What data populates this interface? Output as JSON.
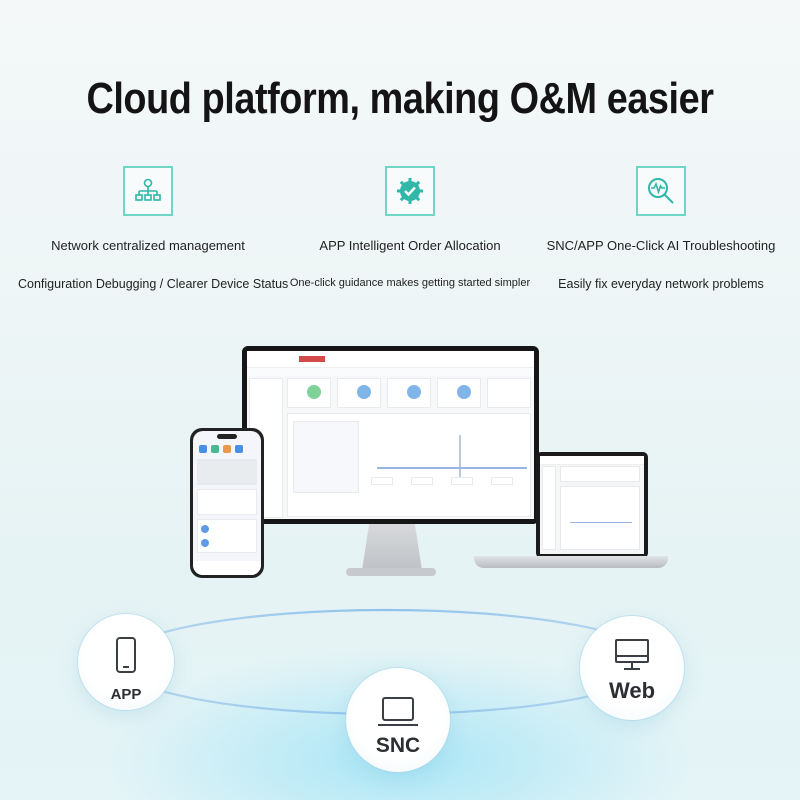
{
  "title": "Cloud platform, making O&M easier",
  "features": [
    {
      "icon": "network-hierarchy-icon",
      "line1": "Network centralized management",
      "line2": "Configuration Debugging / Clearer Device Status"
    },
    {
      "icon": "gear-check-icon",
      "line1": "APP Intelligent Order Allocation",
      "line2": "One-click guidance makes getting started simpler"
    },
    {
      "icon": "magnifier-pulse-icon",
      "line1": "SNC/APP One-Click AI Troubleshooting",
      "line2": "Easily fix everyday network problems"
    }
  ],
  "platforms": [
    {
      "icon": "smartphone-icon",
      "label": "APP"
    },
    {
      "icon": "laptop-icon",
      "label": "SNC"
    },
    {
      "icon": "desktop-monitor-icon",
      "label": "Web"
    }
  ],
  "colors": {
    "accent": "#6ed6c4",
    "icon_teal": "#2fb7a8",
    "label": "#2b2f33"
  }
}
